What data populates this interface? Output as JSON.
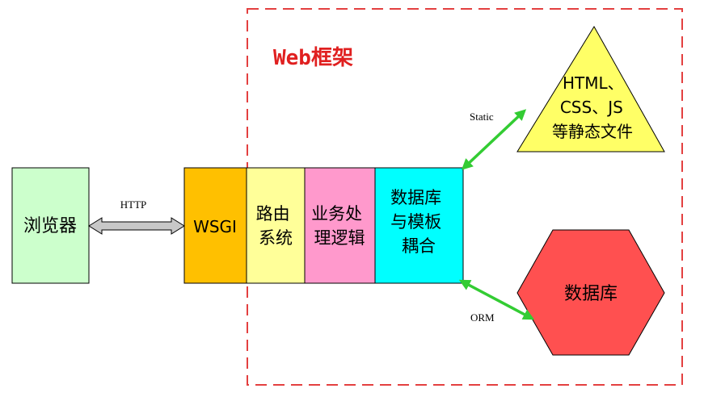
{
  "framework": {
    "title": "Web框架"
  },
  "browser": {
    "label": "浏览器"
  },
  "http_link": {
    "label": "HTTP"
  },
  "pipeline": {
    "wsgi": "WSGI",
    "router": [
      "路由",
      "系统"
    ],
    "business": [
      "业务处",
      "理逻辑"
    ],
    "coupling": [
      "数据库",
      "与模板",
      "耦合"
    ]
  },
  "static_files": {
    "lines": [
      "HTML、",
      "CSS、JS",
      "等静态文件"
    ]
  },
  "static_link": {
    "label": "Static"
  },
  "database": {
    "label": "数据库"
  },
  "orm_link": {
    "label": "ORM"
  },
  "colors": {
    "framework_border": "#e34040",
    "framework_title": "#e02020",
    "browser_fill": "#ccffcc",
    "wsgi_fill": "#ffc000",
    "router_fill": "#ffff99",
    "business_fill": "#ff99cc",
    "coupling_fill": "#00ffff",
    "static_fill": "#ffff66",
    "database_fill": "#ff5050",
    "green_arrow": "#33cc33",
    "gray_arrow": "#c8c8c8"
  }
}
